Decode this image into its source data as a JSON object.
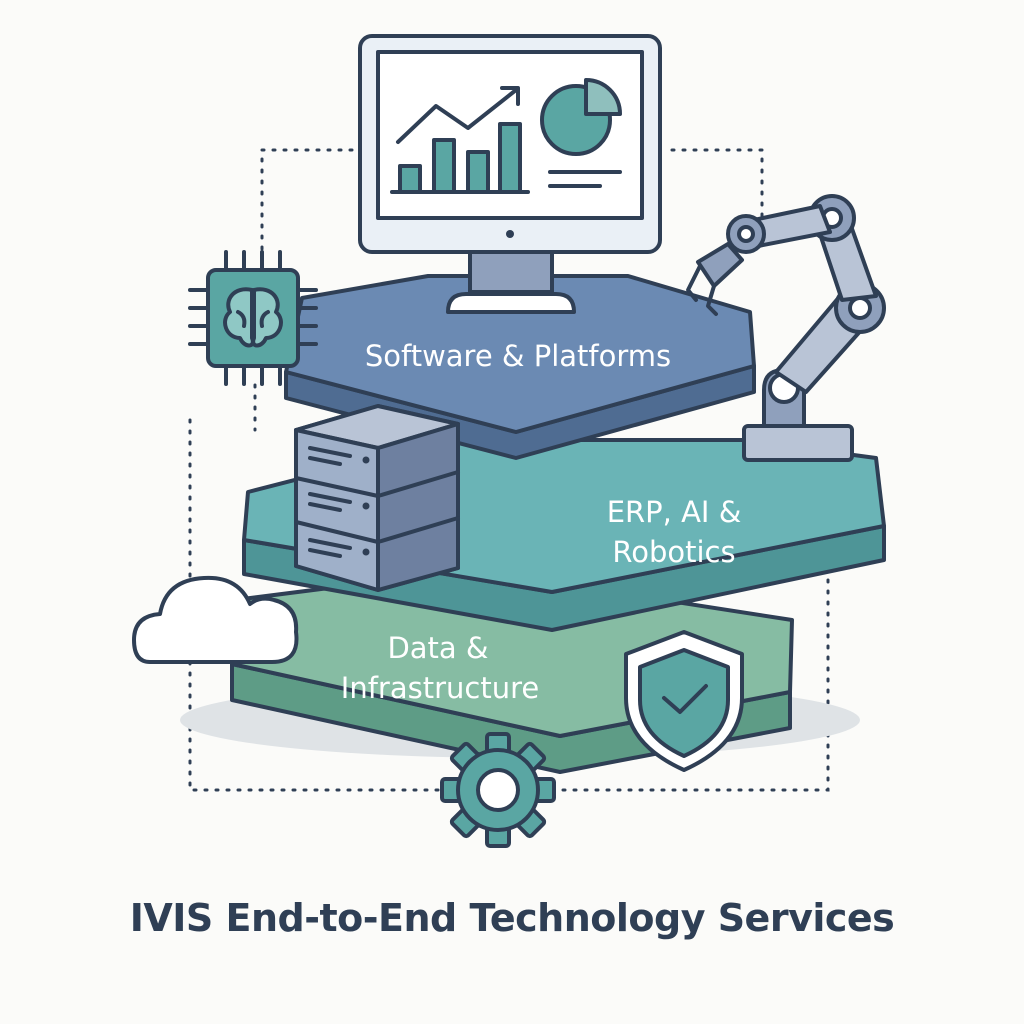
{
  "layers": {
    "top": "Software & Platforms",
    "middle_line1": "ERP, AI &",
    "middle_line2": "Robotics",
    "bottom_line1": "Data &",
    "bottom_line2": "Infrastructure"
  },
  "caption": "IVIS End-to-End Technology Services",
  "colors": {
    "outline": "#2f3f55",
    "top_layer": "#6b8ab3",
    "middle_layer": "#6ab4b6",
    "bottom_layer": "#86bca3",
    "accent_teal": "#5aa6a3",
    "slate": "#8fa0bc"
  },
  "icons": [
    "monitor-icon",
    "ai-chip-icon",
    "robot-arm-icon",
    "server-icon",
    "cloud-icon",
    "shield-check-icon",
    "gear-icon"
  ]
}
